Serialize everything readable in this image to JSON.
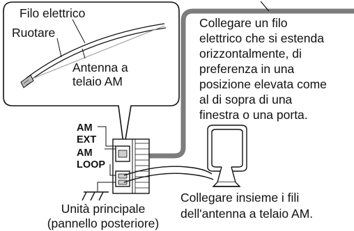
{
  "callout": {
    "wire_label": "Filo elettrico",
    "rotate_label": "Ruotare",
    "antenna_label_line1": "Antenna a",
    "antenna_label_line2": "telaio AM"
  },
  "instructions": {
    "lines": [
      "Collegare un filo",
      "elettrico che si estenda",
      "orizzontalmente, di",
      "preferenza in una",
      "posizione elevata come",
      "al di sopra di una",
      "finestra o una porta."
    ]
  },
  "terminals": {
    "am_ext_line1": "AM",
    "am_ext_line2": "EXT",
    "am_loop_line1": "AM",
    "am_loop_line2": "LOOP"
  },
  "loop_caption": {
    "line1": "Collegare insieme i fili",
    "line2": "dell'antenna a telaio AM."
  },
  "unit_caption": {
    "line1": "Unità principale",
    "line2": "(pannello posteriore)"
  },
  "icons": {
    "ground": "ground-symbol-icon",
    "loop_antenna": "am-loop-antenna-icon"
  }
}
